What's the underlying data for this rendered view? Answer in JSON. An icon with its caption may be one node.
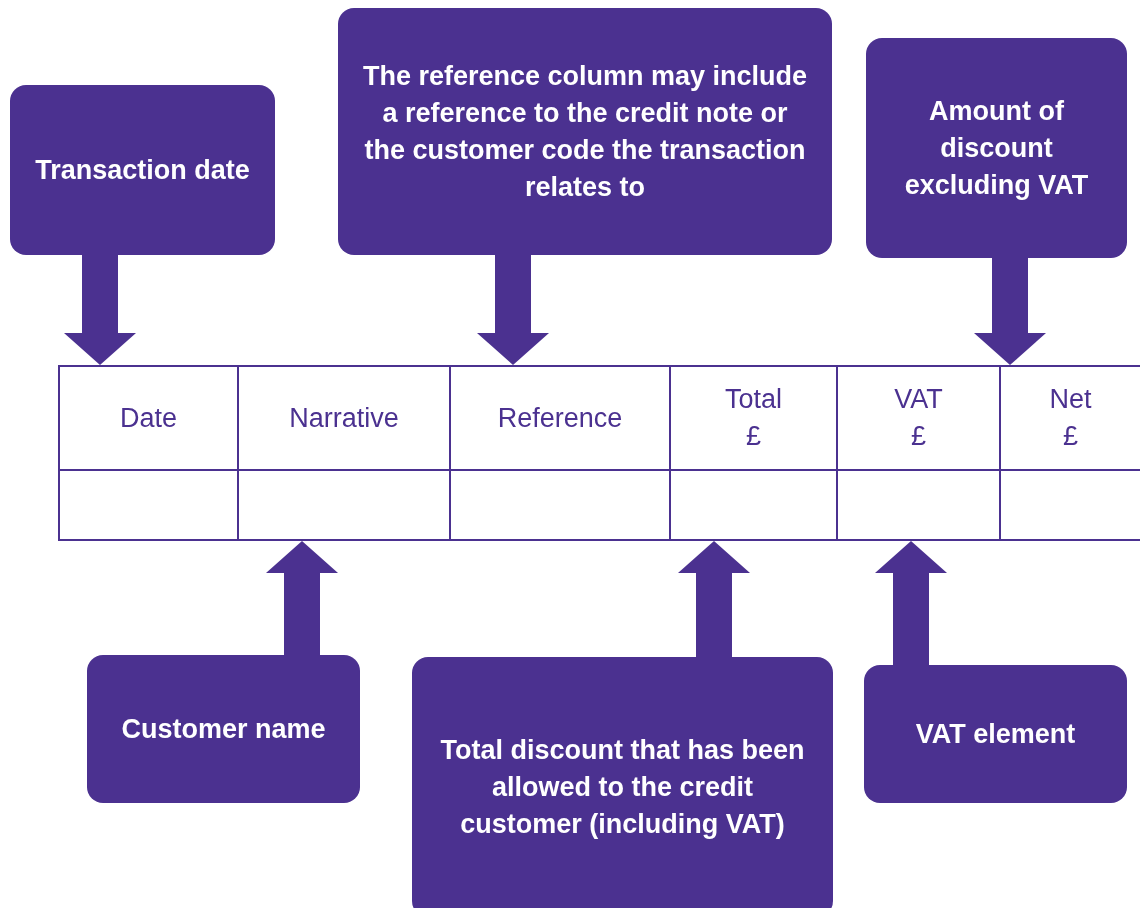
{
  "diagram": {
    "nodes": [
      {
        "text": [
          "Transaction date"
        ]
      },
      {
        "text": [
          "The reference column may include a reference to the credit note or the customer code the transaction relates to"
        ]
      },
      {
        "text": [
          "Amount of discount excluding VAT"
        ]
      },
      {
        "text": [
          "Date"
        ]
      },
      {
        "text": [
          "Narrative"
        ]
      },
      {
        "text": [
          "Reference"
        ]
      },
      {
        "text": [
          "Total £"
        ]
      },
      {
        "text": [
          "VAT £"
        ]
      },
      {
        "text": [
          "Net £"
        ]
      },
      {
        "text": [],
        "shape": "box"
      },
      {
        "text": [],
        "shape": "box"
      },
      {
        "text": [],
        "shape": "box"
      },
      {
        "text": [],
        "shape": "box"
      },
      {
        "text": [],
        "shape": "box"
      },
      {
        "text": [],
        "shape": "box"
      },
      {
        "text": [
          "Customer name"
        ]
      },
      {
        "text": [
          "Total discount that has been allowed to the credit customer (including VAT)"
        ]
      },
      {
        "text": [
          "VAT element"
        ]
      }
    ],
    "edges": [
      {
        "from": 0,
        "to": 3,
        "arrow": "to"
      },
      {
        "from": 1,
        "to": 5,
        "arrow": "to"
      },
      {
        "from": 2,
        "to": 8,
        "arrow": "to"
      },
      {
        "from": 15,
        "to": 10,
        "arrow": "to"
      },
      {
        "from": 16,
        "to": 12,
        "arrow": "to"
      },
      {
        "from": 17,
        "to": 13,
        "arrow": "to"
      }
    ]
  }
}
